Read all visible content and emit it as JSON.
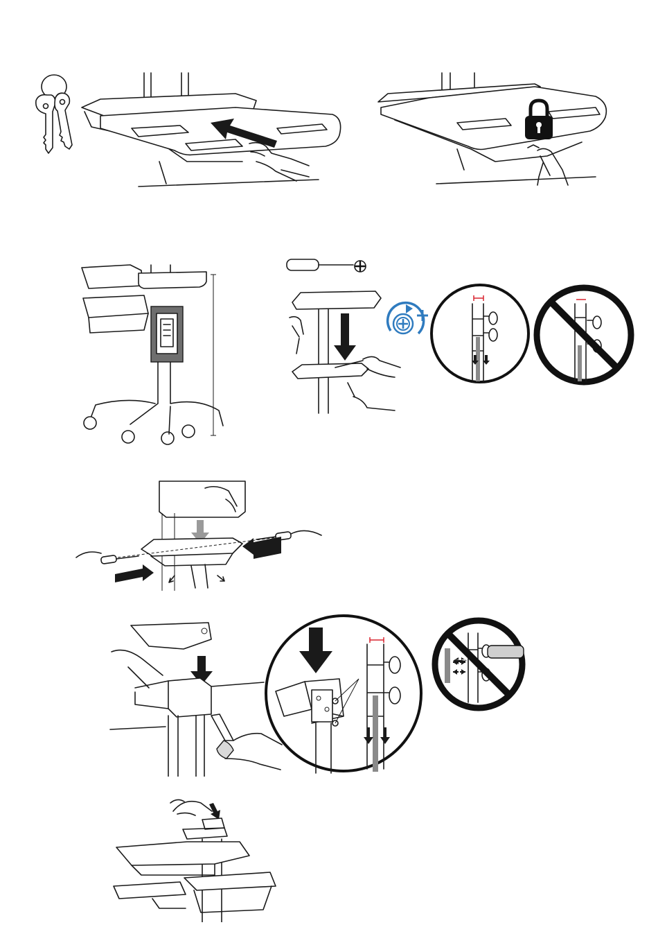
{
  "figures": [
    {
      "name": "keys-and-worksurface-push"
    },
    {
      "name": "worksurface-locked"
    },
    {
      "name": "cart-mount-overview"
    },
    {
      "name": "mount-screw-tightening"
    },
    {
      "name": "install-tray-with-screws"
    },
    {
      "name": "install-bracket-on-post"
    },
    {
      "name": "final-assembly-press"
    }
  ],
  "colors": {
    "line": "#1a1a1a",
    "accent_blue": "#2f7bbf",
    "measure_red": "#d9232e",
    "arrow_gray": "#9a9a9a",
    "panel_gray": "#6e6e6e"
  },
  "icons": [
    "keys-icon",
    "lock-icon",
    "screwdriver-icon",
    "phillips-icon",
    "tighten-rotate-icon",
    "prohibited-icon",
    "magnify-detail-icon"
  ]
}
